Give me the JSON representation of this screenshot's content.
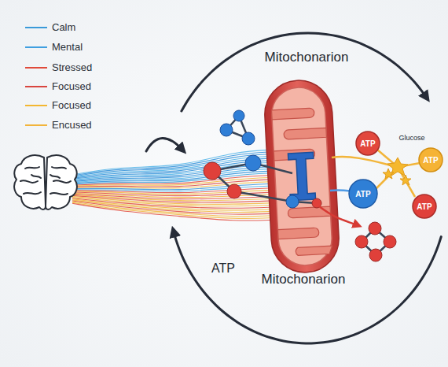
{
  "diagram": {
    "nodes": [
      {
        "text": [
          "ATP"
        ]
      },
      {
        "text": [
          "ATP"
        ]
      },
      {
        "text": [
          "ATP"
        ]
      },
      {
        "text": [
          "ATP"
        ]
      }
    ],
    "labels": [
      "Mitochonarion",
      "Glucose",
      "ATP",
      "Mitochonarion"
    ],
    "legend": [
      {
        "text": "Calm"
      },
      {
        "text": "Mental"
      },
      {
        "text": "Stressed"
      },
      {
        "text": "Focused"
      },
      {
        "text": "Focused"
      },
      {
        "text": "Encused"
      }
    ]
  }
}
